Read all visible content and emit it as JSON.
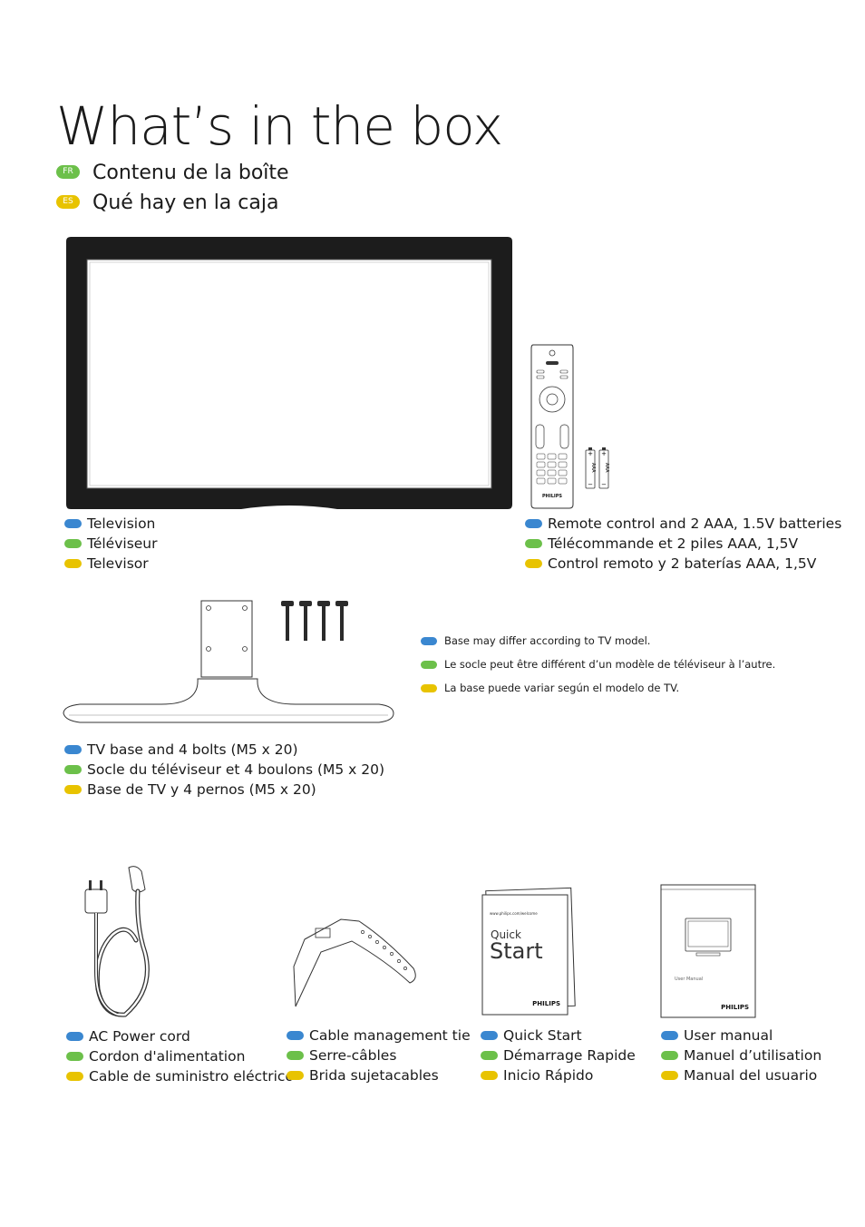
{
  "title": "What’s in the box",
  "subtitles": [
    {
      "lang": "FR",
      "text": "Contenu de la boîte"
    },
    {
      "lang": "ES",
      "text": "Qué hay en la caja"
    }
  ],
  "items": {
    "tv": [
      "Television",
      "Téléviseur",
      "Televisor"
    ],
    "remote": [
      "Remote control and 2 AAA, 1.5V batteries",
      "Télécommande et 2 piles AAA, 1,5V",
      "Control remoto y 2 baterías AAA, 1,5V"
    ],
    "base": [
      "TV base and 4 bolts (M5 x 20)",
      "Socle du téléviseur et 4 boulons (M5 x 20)",
      "Base de TV y 4 pernos (M5 x 20)"
    ],
    "base_note": [
      "Base may differ according to TV model.",
      "Le socle peut être différent d’un modèle de téléviseur à l’autre.",
      "La base puede variar según el modelo de TV."
    ],
    "power": [
      "AC Power cord",
      "Cordon d'alimentation",
      "Cable de suministro eléctrico"
    ],
    "tie": [
      "Cable management tie",
      "Serre-câbles",
      "Brida sujetacables"
    ],
    "quickstart": [
      "Quick Start",
      "Démarrage Rapide",
      "Inicio Rápido"
    ],
    "manual": [
      "User manual",
      "Manuel d’utilisation",
      "Manual del usuario"
    ]
  },
  "images": {
    "remote_brand": "PHILIPS",
    "battery_label": "AAA",
    "quickstart_small": "www.philips.com/welcome",
    "quickstart_word1": "Quick",
    "quickstart_word2": "Start",
    "quickstart_brand": "PHILIPS",
    "manual_small": "User Manual",
    "manual_brand": "PHILIPS"
  },
  "colors": {
    "english": "#3a87d0",
    "french": "#6cc04a",
    "spanish": "#e8c300"
  }
}
